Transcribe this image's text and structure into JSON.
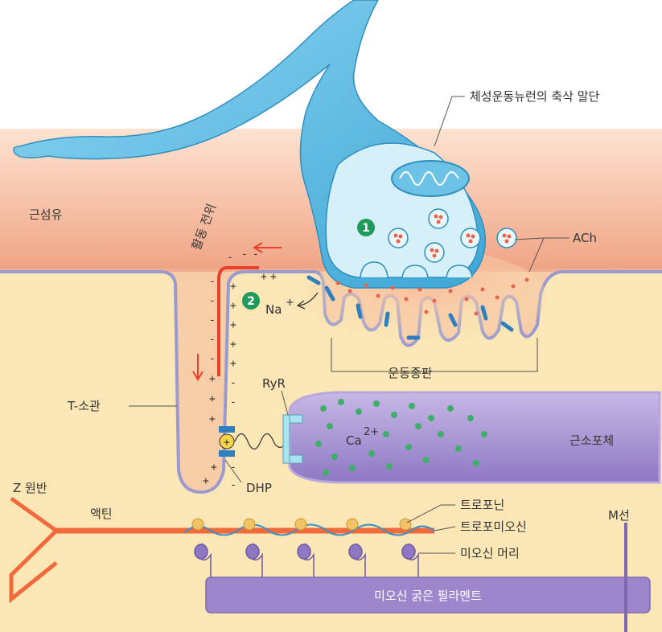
{
  "labels": {
    "axon_terminal": "체성운동뉴런의 축삭 말단",
    "muscle_fiber": "근섬유",
    "ach": "ACh",
    "action_potential": "활동 전위",
    "na": "Na",
    "na_charge": "+",
    "motor_end_plate": "운동종판",
    "t_tubule": "T-소관",
    "ryr": "RyR",
    "ca": "Ca",
    "ca_charge": "2+",
    "sarcoplasmic_reticulum": "근소포체",
    "dhp": "DHP",
    "z_disc": "Z 원반",
    "actin": "액틴",
    "troponin": "트로포닌",
    "tropomyosin": "트로포미오신",
    "m_line": "M선",
    "myosin_head": "미오신 머리",
    "thick_filament": "미오신 굵은 필라멘트",
    "plus": "+",
    "minus": "-"
  },
  "steps": [
    "1",
    "2"
  ],
  "colors": {
    "neuron": "#6cc3e6",
    "fiber_band": "#f2a888",
    "sarcoplasm": "#fbe6b5",
    "membrane": "#9a9ad0",
    "reticulum": "#9d86cc",
    "actin": "#f06a3c",
    "step_badge": "#1f9a5a",
    "vesicle_dot": "#e8654d",
    "ca_dot": "#3fae6a",
    "channel": "#2f7fbf"
  },
  "icons": [
    "mitochondrion-icon",
    "arrow-icon"
  ]
}
